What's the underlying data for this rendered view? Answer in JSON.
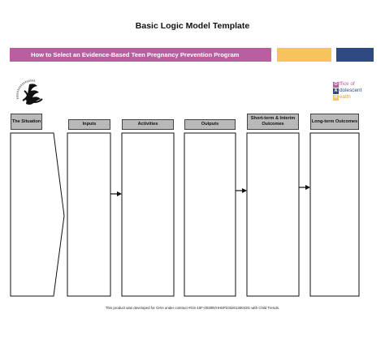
{
  "title": "Basic Logic Model Template",
  "banner": {
    "text": "How to Select an Evidence-Based Teen Pregnancy Prevention Program",
    "color": "#b95f9f"
  },
  "accent_bars": [
    {
      "color": "#f6c35c"
    },
    {
      "color": "#2f4a83"
    }
  ],
  "logos": {
    "hhs_seal": "hhs-seal-icon",
    "oah": {
      "line1_letter": "O",
      "line1_rest": "ffice of",
      "line2_letter": "A",
      "line2_rest": "dolescent",
      "line3_letter": "H",
      "line3_rest": "ealth",
      "colors": [
        "#b95f9f",
        "#2f4a83",
        "#f6c35c"
      ]
    }
  },
  "columns": [
    {
      "label": "The Situation"
    },
    {
      "label": "Inputs"
    },
    {
      "label": "Activities"
    },
    {
      "label": "Outputs"
    },
    {
      "label": "Short-term & Interim Outcomes"
    },
    {
      "label": "Long-term Outcomes"
    }
  ],
  "footer": "This product was developed for OAH under contract #GS-10F-0030R/HHSP23320130043G with Child Trends."
}
